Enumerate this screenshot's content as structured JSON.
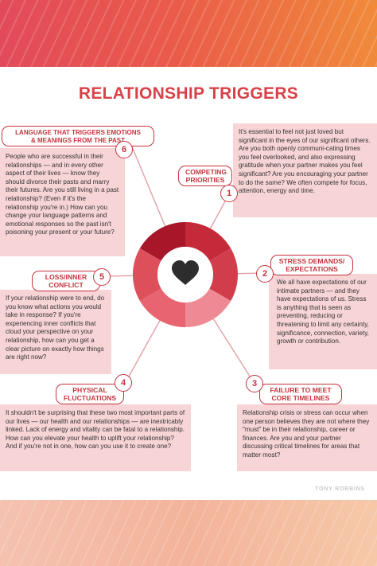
{
  "title": "RELATIONSHIP TRIGGERS",
  "footer": "TONY ROBBINS",
  "colors": {
    "accent": "#c5343d",
    "title": "#d94149",
    "box": "#f7d4d6"
  },
  "icon": "heart-icon",
  "triggers": [
    {
      "num": "1",
      "label": "COMPETING\nPRIORITIES",
      "text": "It's essential to feel not just loved but significant in the eyes of our significant others. Are you both openly communi-cating times you feel overlooked, and also expressing gratitude when your partner makes you feel significant? Are you encouraging your partner to do the same? We often compete for focus, attention, energy and time."
    },
    {
      "num": "2",
      "label": "STRESS DEMANDS/\nEXPECTATIONS",
      "text": "We all have expectations of our intimate partners — and they have expectations of us. Stress is anything that is seen as preventing, reducing or threatening to limit any certainty, significance, connection, variety, growth or contribution."
    },
    {
      "num": "3",
      "label": "FAILURE TO MEET\nCORE TIMELINES",
      "text": "Relationship crisis or stress can occur when one person believes they are not where they \"must\" be in their relationship, career or finances. Are you and your partner discussing critical timelines for areas that matter most?"
    },
    {
      "num": "4",
      "label": "PHYSICAL\nFLUCTUATIONS",
      "text": "It shouldn't be surprising that these two most important parts of our lives — our health and our relationships — are inextricably linked. Lack of energy and vitality can be fatal to a relationship. How can you elevate your health to uplift your relationship? And if you're not in one, how can you use it to create one?"
    },
    {
      "num": "5",
      "label": "LOSS/INNER\nCONFLICT",
      "text": "If your relationship were to end, do you know what actions you would take in response? If you're experiencing inner conflicts that cloud your perspective on your relationship, how can you get a clear picture on exactly how things are right now?"
    },
    {
      "num": "6",
      "label": "LANGUAGE THAT TRIGGERS EMOTIONS\n& MEANINGS FROM THE PAST",
      "text": "People who are successful in their relationships — and in every other aspect of their lives — know they should divorce their pasts and marry their futures. Are you still living in a past relationship? (Even if it's the relationship you're in.) How can you change your language patterns and emotional responses so the past isn't poisoning your present or your future?"
    }
  ]
}
